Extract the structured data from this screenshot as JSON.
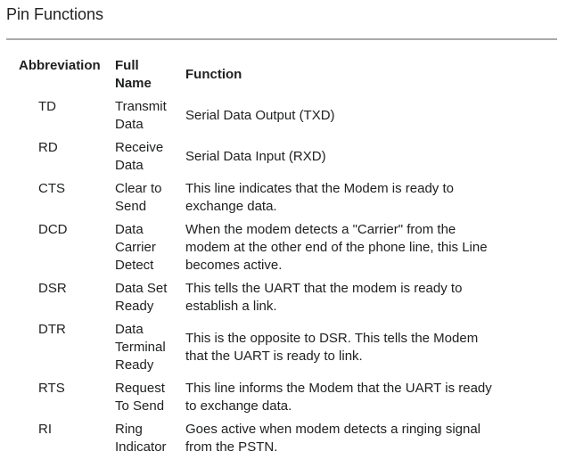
{
  "page": {
    "title": "Pin Functions"
  },
  "table": {
    "headers": [
      "Abbreviation",
      "Full\nName",
      "Function"
    ],
    "rows": [
      {
        "abbr": "TD",
        "full_name": "Transmit\nData",
        "function": "Serial Data Output (TXD)"
      },
      {
        "abbr": "RD",
        "full_name": "Receive\nData",
        "function": "Serial Data Input (RXD)"
      },
      {
        "abbr": "CTS",
        "full_name": "Clear to\nSend",
        "function": "This line indicates that the Modem is ready to\nexchange data."
      },
      {
        "abbr": "DCD",
        "full_name": "Data\nCarrier\nDetect",
        "function": "When the modem detects a \"Carrier\" from the\nmodem at the other end of the phone line, this Line\nbecomes active."
      },
      {
        "abbr": "DSR",
        "full_name": "Data Set\nReady",
        "function": "This tells the UART that the modem is ready to\nestablish a link."
      },
      {
        "abbr": "DTR",
        "full_name": "Data\nTerminal\nReady",
        "function": "This is the opposite to DSR. This tells the Modem\nthat the UART is ready to link."
      },
      {
        "abbr": "RTS",
        "full_name": "Request\nTo Send",
        "function": "This line informs the Modem that the UART is ready\nto exchange data."
      },
      {
        "abbr": "RI",
        "full_name": "Ring\nIndicator",
        "function": "Goes active when modem detects a ringing signal\nfrom the PSTN."
      }
    ]
  },
  "colors": {
    "text": "#202122",
    "rule": "#aaaaaa",
    "background": "#ffffff"
  }
}
